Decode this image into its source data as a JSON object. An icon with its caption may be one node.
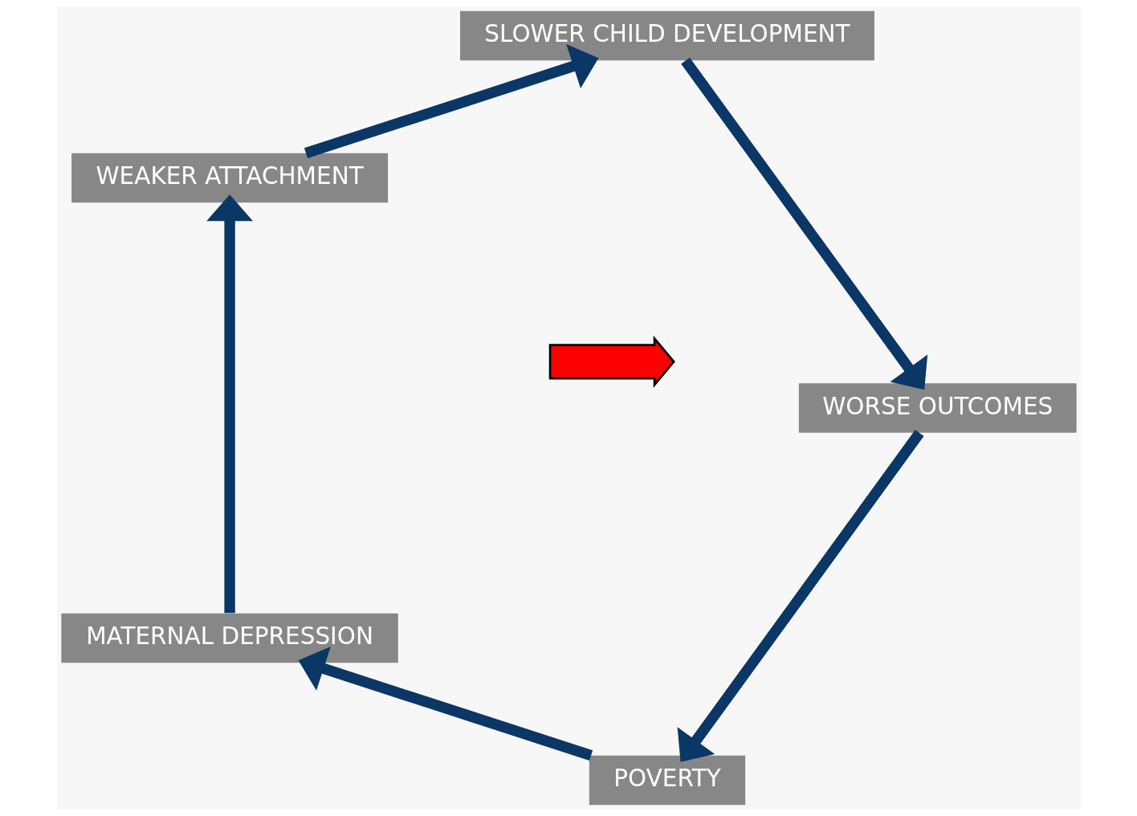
{
  "diagram": {
    "nodes": [
      {
        "text": [
          "POVERTY"
        ]
      },
      {
        "text": [
          "MATERNAL DEPRESSION"
        ]
      },
      {
        "text": [
          "WEAKER ATTACHMENT"
        ]
      },
      {
        "text": [
          "SLOWER CHILD DEVELOPMENT"
        ]
      },
      {
        "text": [
          "WORSE OUTCOMES"
        ]
      },
      {
        "text": [],
        "shape": "arrow"
      }
    ],
    "edges": [
      {
        "from": 0,
        "to": 1,
        "arrow": "to"
      },
      {
        "from": 1,
        "to": 2,
        "arrow": "to"
      },
      {
        "from": 2,
        "to": 3,
        "arrow": "to"
      },
      {
        "from": 3,
        "to": 4,
        "arrow": "to"
      },
      {
        "from": 4,
        "to": 0,
        "arrow": "to"
      }
    ]
  }
}
